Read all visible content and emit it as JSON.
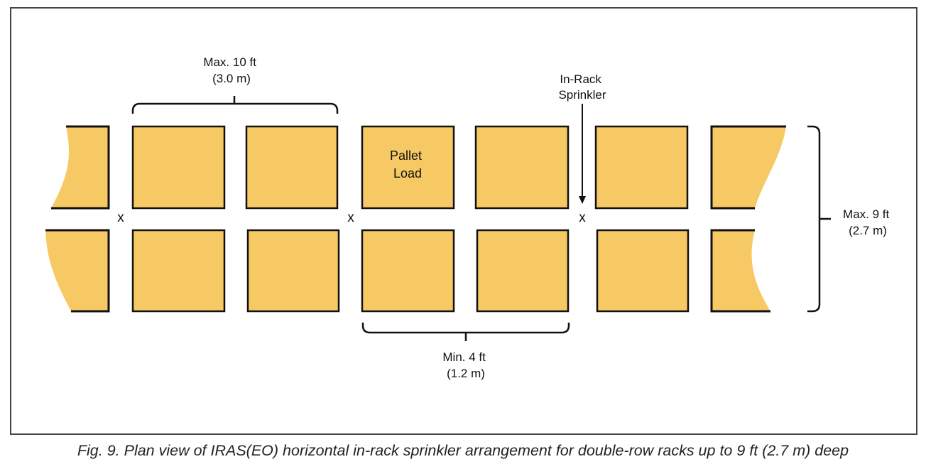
{
  "colors": {
    "pallet_fill": "#F7C964",
    "stroke": "#111111",
    "frame": "#444444",
    "background": "#FFFFFF"
  },
  "labels": {
    "max_flue_width_line1": "Max. 10 ft",
    "max_flue_width_line2": "(3.0 m)",
    "sprinkler_line1": "In-Rack",
    "sprinkler_line2": "Sprinkler",
    "pallet_line1": "Pallet",
    "pallet_line2": "Load",
    "max_depth_line1": "Max. 9 ft",
    "max_depth_line2": "(2.7 m)",
    "min_spacing_line1": "Min. 4 ft",
    "min_spacing_line2": "(1.2 m)",
    "sprinkler_marker": "x"
  },
  "caption": "Fig. 9. Plan view of IRAS(EO) horizontal in-rack sprinkler arrangement for double-row racks up to 9 ft (2.7 m) deep"
}
